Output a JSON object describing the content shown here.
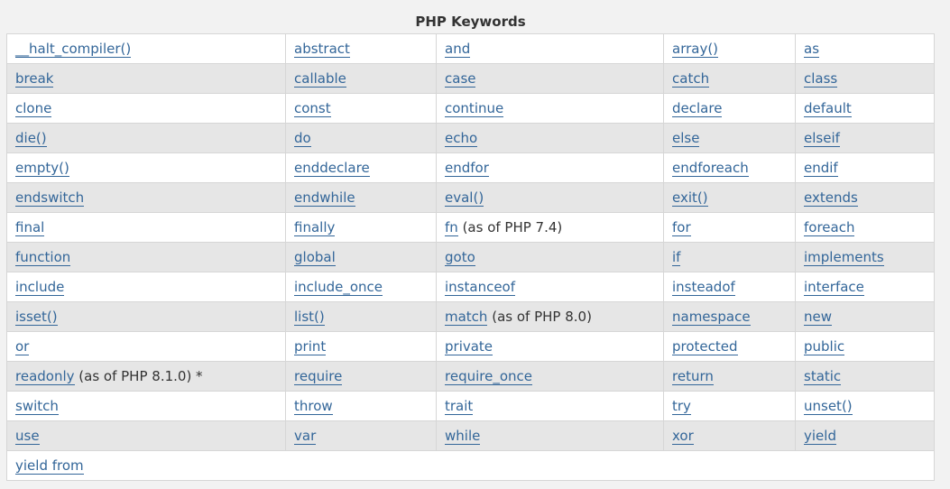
{
  "table": {
    "caption": "PHP Keywords",
    "rows": [
      [
        {
          "kw": "__halt_compiler()"
        },
        {
          "kw": "abstract"
        },
        {
          "kw": "and"
        },
        {
          "kw": "array()"
        },
        {
          "kw": "as"
        }
      ],
      [
        {
          "kw": "break"
        },
        {
          "kw": "callable"
        },
        {
          "kw": "case"
        },
        {
          "kw": "catch"
        },
        {
          "kw": "class"
        }
      ],
      [
        {
          "kw": "clone"
        },
        {
          "kw": "const"
        },
        {
          "kw": "continue"
        },
        {
          "kw": "declare"
        },
        {
          "kw": "default"
        }
      ],
      [
        {
          "kw": "die()"
        },
        {
          "kw": "do"
        },
        {
          "kw": "echo"
        },
        {
          "kw": "else"
        },
        {
          "kw": "elseif"
        }
      ],
      [
        {
          "kw": "empty()"
        },
        {
          "kw": "enddeclare"
        },
        {
          "kw": "endfor"
        },
        {
          "kw": "endforeach"
        },
        {
          "kw": "endif"
        }
      ],
      [
        {
          "kw": "endswitch"
        },
        {
          "kw": "endwhile"
        },
        {
          "kw": "eval()"
        },
        {
          "kw": "exit()"
        },
        {
          "kw": "extends"
        }
      ],
      [
        {
          "kw": "final"
        },
        {
          "kw": "finally"
        },
        {
          "kw": "fn",
          "note": " (as of PHP 7.4)"
        },
        {
          "kw": "for"
        },
        {
          "kw": "foreach"
        }
      ],
      [
        {
          "kw": "function"
        },
        {
          "kw": "global"
        },
        {
          "kw": "goto"
        },
        {
          "kw": "if"
        },
        {
          "kw": "implements"
        }
      ],
      [
        {
          "kw": "include"
        },
        {
          "kw": "include_once"
        },
        {
          "kw": "instanceof"
        },
        {
          "kw": "insteadof"
        },
        {
          "kw": "interface"
        }
      ],
      [
        {
          "kw": "isset()"
        },
        {
          "kw": "list()"
        },
        {
          "kw": "match",
          "note": " (as of PHP 8.0)"
        },
        {
          "kw": "namespace"
        },
        {
          "kw": "new"
        }
      ],
      [
        {
          "kw": "or"
        },
        {
          "kw": "print"
        },
        {
          "kw": "private"
        },
        {
          "kw": "protected"
        },
        {
          "kw": "public"
        }
      ],
      [
        {
          "kw": "readonly",
          "note": " (as of PHP 8.1.0) *"
        },
        {
          "kw": "require"
        },
        {
          "kw": "require_once"
        },
        {
          "kw": "return"
        },
        {
          "kw": "static"
        }
      ],
      [
        {
          "kw": "switch"
        },
        {
          "kw": "throw"
        },
        {
          "kw": "trait"
        },
        {
          "kw": "try"
        },
        {
          "kw": "unset()"
        }
      ],
      [
        {
          "kw": "use"
        },
        {
          "kw": "var"
        },
        {
          "kw": "while"
        },
        {
          "kw": "xor"
        },
        {
          "kw": "yield"
        }
      ],
      [
        {
          "kw": "yield from"
        }
      ]
    ]
  },
  "colors": {
    "link": "#336699",
    "row_alt": "#e6e6e6",
    "row": "#ffffff",
    "page_bg": "#f2f2f2"
  }
}
